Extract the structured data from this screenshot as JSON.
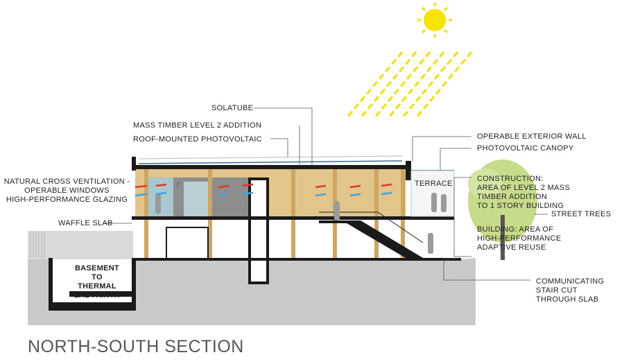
{
  "title": "NORTH-SOUTH SECTION",
  "labels": {
    "solatube": "SOLATUBE",
    "mass_timber": "MASS TIMBER LEVEL 2 ADDITION",
    "roof_pv": "ROOF-MOUNTED PHOTOVOLTAIC",
    "ventilation": [
      "NATURAL CROSS VENTILATION -",
      "OPERABLE WINDOWS",
      "HIGH-PERFORMANCE GLAZING"
    ],
    "waffle_slab": "WAFFLE SLAB",
    "basement": [
      "BASEMENT TO",
      "THERMAL",
      "LABYRINTH"
    ],
    "operable_wall": "OPERABLE EXTERIOR WALL",
    "pv_canopy": "PHOTOVOLTAIC CANOPY",
    "terrace": "TERRACE",
    "construction": [
      "CONSTRUCTION:",
      "AREA OF LEVEL 2 MASS",
      "TIMBER ADDITION",
      "TO 1 STORY BUILDING"
    ],
    "street_trees": "STREET TREES",
    "building": [
      "BUILDING: AREA OF",
      "HIGH-PERFORMANCE",
      "ADAPTIVE REUSE"
    ],
    "stair": [
      "COMMUNICATING",
      "STAIR CUT",
      "THROUGH SLAB"
    ]
  },
  "colors": {
    "ground": "#c9c9c9",
    "timber": "#e2c58a",
    "timber_dark": "#cfa562",
    "glazing": "#a9c7cf",
    "interior_wall": "#8d8d8d",
    "sun": "#f6e400",
    "sun_rays": "#f2e100",
    "airflow_warm": "#e8332a",
    "airflow_cool": "#3aa6dc",
    "tree": "#c6dc8a",
    "structure": "#1a1a1a"
  }
}
